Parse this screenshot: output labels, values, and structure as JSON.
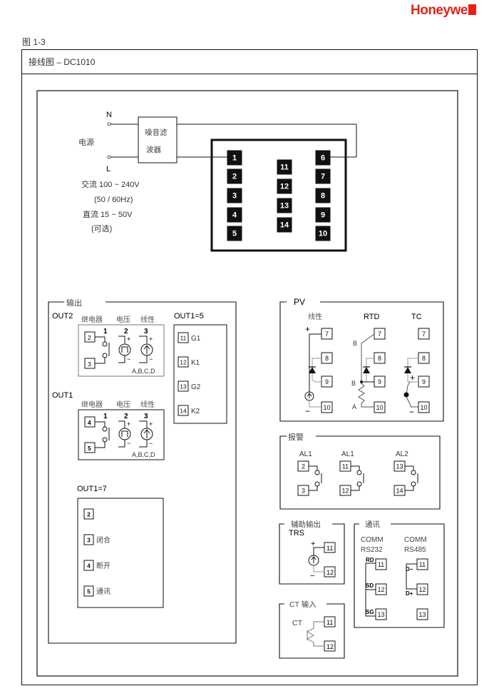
{
  "brand": {
    "name": "Honeywe",
    "color": "#e2231a"
  },
  "figure_label": "图 1-3",
  "title": "接线图 – DC1010",
  "power": {
    "label": "电源",
    "n_label": "N",
    "l_label": "L",
    "filter_line1": "噪音滤",
    "filter_line2": "波器",
    "ac_spec": "交流 100 ~ 240V",
    "freq_spec": "(50 / 60Hz)",
    "dc_spec": "直流 15 ~ 50V",
    "optional": "(可选)"
  },
  "terminal_block": {
    "left_column": [
      "1",
      "2",
      "3",
      "4",
      "5"
    ],
    "middle_column": [
      "11",
      "12",
      "13",
      "14"
    ],
    "right_column": [
      "6",
      "7",
      "8",
      "9",
      "10"
    ]
  },
  "output_group": {
    "title": "输出",
    "out2": {
      "label": "OUT2",
      "types": [
        "继电器",
        "电压",
        "线性"
      ],
      "numbers": [
        "1",
        "2",
        "3"
      ],
      "terminals": [
        "2",
        "3"
      ],
      "note": "A,B,C,D"
    },
    "out1": {
      "label": "OUT1",
      "types": [
        "继电器",
        "电压",
        "线性"
      ],
      "numbers": [
        "1",
        "2",
        "3"
      ],
      "terminals": [
        "4",
        "5"
      ],
      "note": "A,B,C,D"
    },
    "out1_5": {
      "label": "OUT1=5",
      "rows": [
        {
          "terminal": "11",
          "name": "G1"
        },
        {
          "terminal": "12",
          "name": "K1"
        },
        {
          "terminal": "13",
          "name": "G2"
        },
        {
          "terminal": "14",
          "name": "K2"
        }
      ]
    },
    "out1_7": {
      "label": "OUT1=7",
      "rows": [
        {
          "terminal": "2",
          "name": ""
        },
        {
          "terminal": "3",
          "name": "闭合"
        },
        {
          "terminal": "4",
          "name": "断开"
        },
        {
          "terminal": "5",
          "name": "通讯"
        }
      ]
    }
  },
  "pv_group": {
    "title": "PV",
    "linear_label": "线性",
    "rtd_label": "RTD",
    "tc_label": "TC",
    "terminals": [
      "7",
      "8",
      "9",
      "10"
    ],
    "plus": "+",
    "minus": "−",
    "rtd_b": "B",
    "rtd_a": "A"
  },
  "alarm_group": {
    "title": "报警",
    "items": [
      {
        "label": "AL1",
        "terminals": [
          "2",
          "3"
        ]
      },
      {
        "label": "AL1",
        "terminals": [
          "11",
          "12"
        ]
      },
      {
        "label": "AL2",
        "terminals": [
          "13",
          "14"
        ]
      }
    ]
  },
  "aux_group": {
    "title": "辅助输出",
    "sub": "TRS",
    "terminals": [
      "11",
      "12"
    ],
    "plus": "+",
    "minus": "−"
  },
  "ct_group": {
    "title": "CT 输入",
    "sub": "CT",
    "terminals": [
      "11",
      "12"
    ]
  },
  "comm_group": {
    "title": "通讯",
    "rs232": {
      "line1": "COMM",
      "line2": "RS232",
      "signals": [
        "RD",
        "SD",
        "SG"
      ],
      "terminals": [
        "11",
        "12",
        "13"
      ]
    },
    "rs485": {
      "line1": "COMM",
      "line2": "RS485",
      "signals": [
        "D−",
        "D+"
      ],
      "terminals": [
        "11",
        "12",
        "13"
      ]
    }
  }
}
